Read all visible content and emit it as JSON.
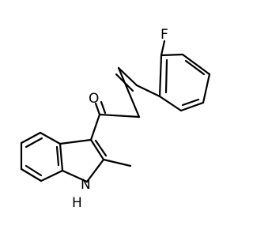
{
  "molecule": {
    "atoms": {
      "fluorine": "F",
      "oxygen": "O",
      "nitrogen": "N",
      "nitrogen_hydrogen": "H"
    }
  }
}
